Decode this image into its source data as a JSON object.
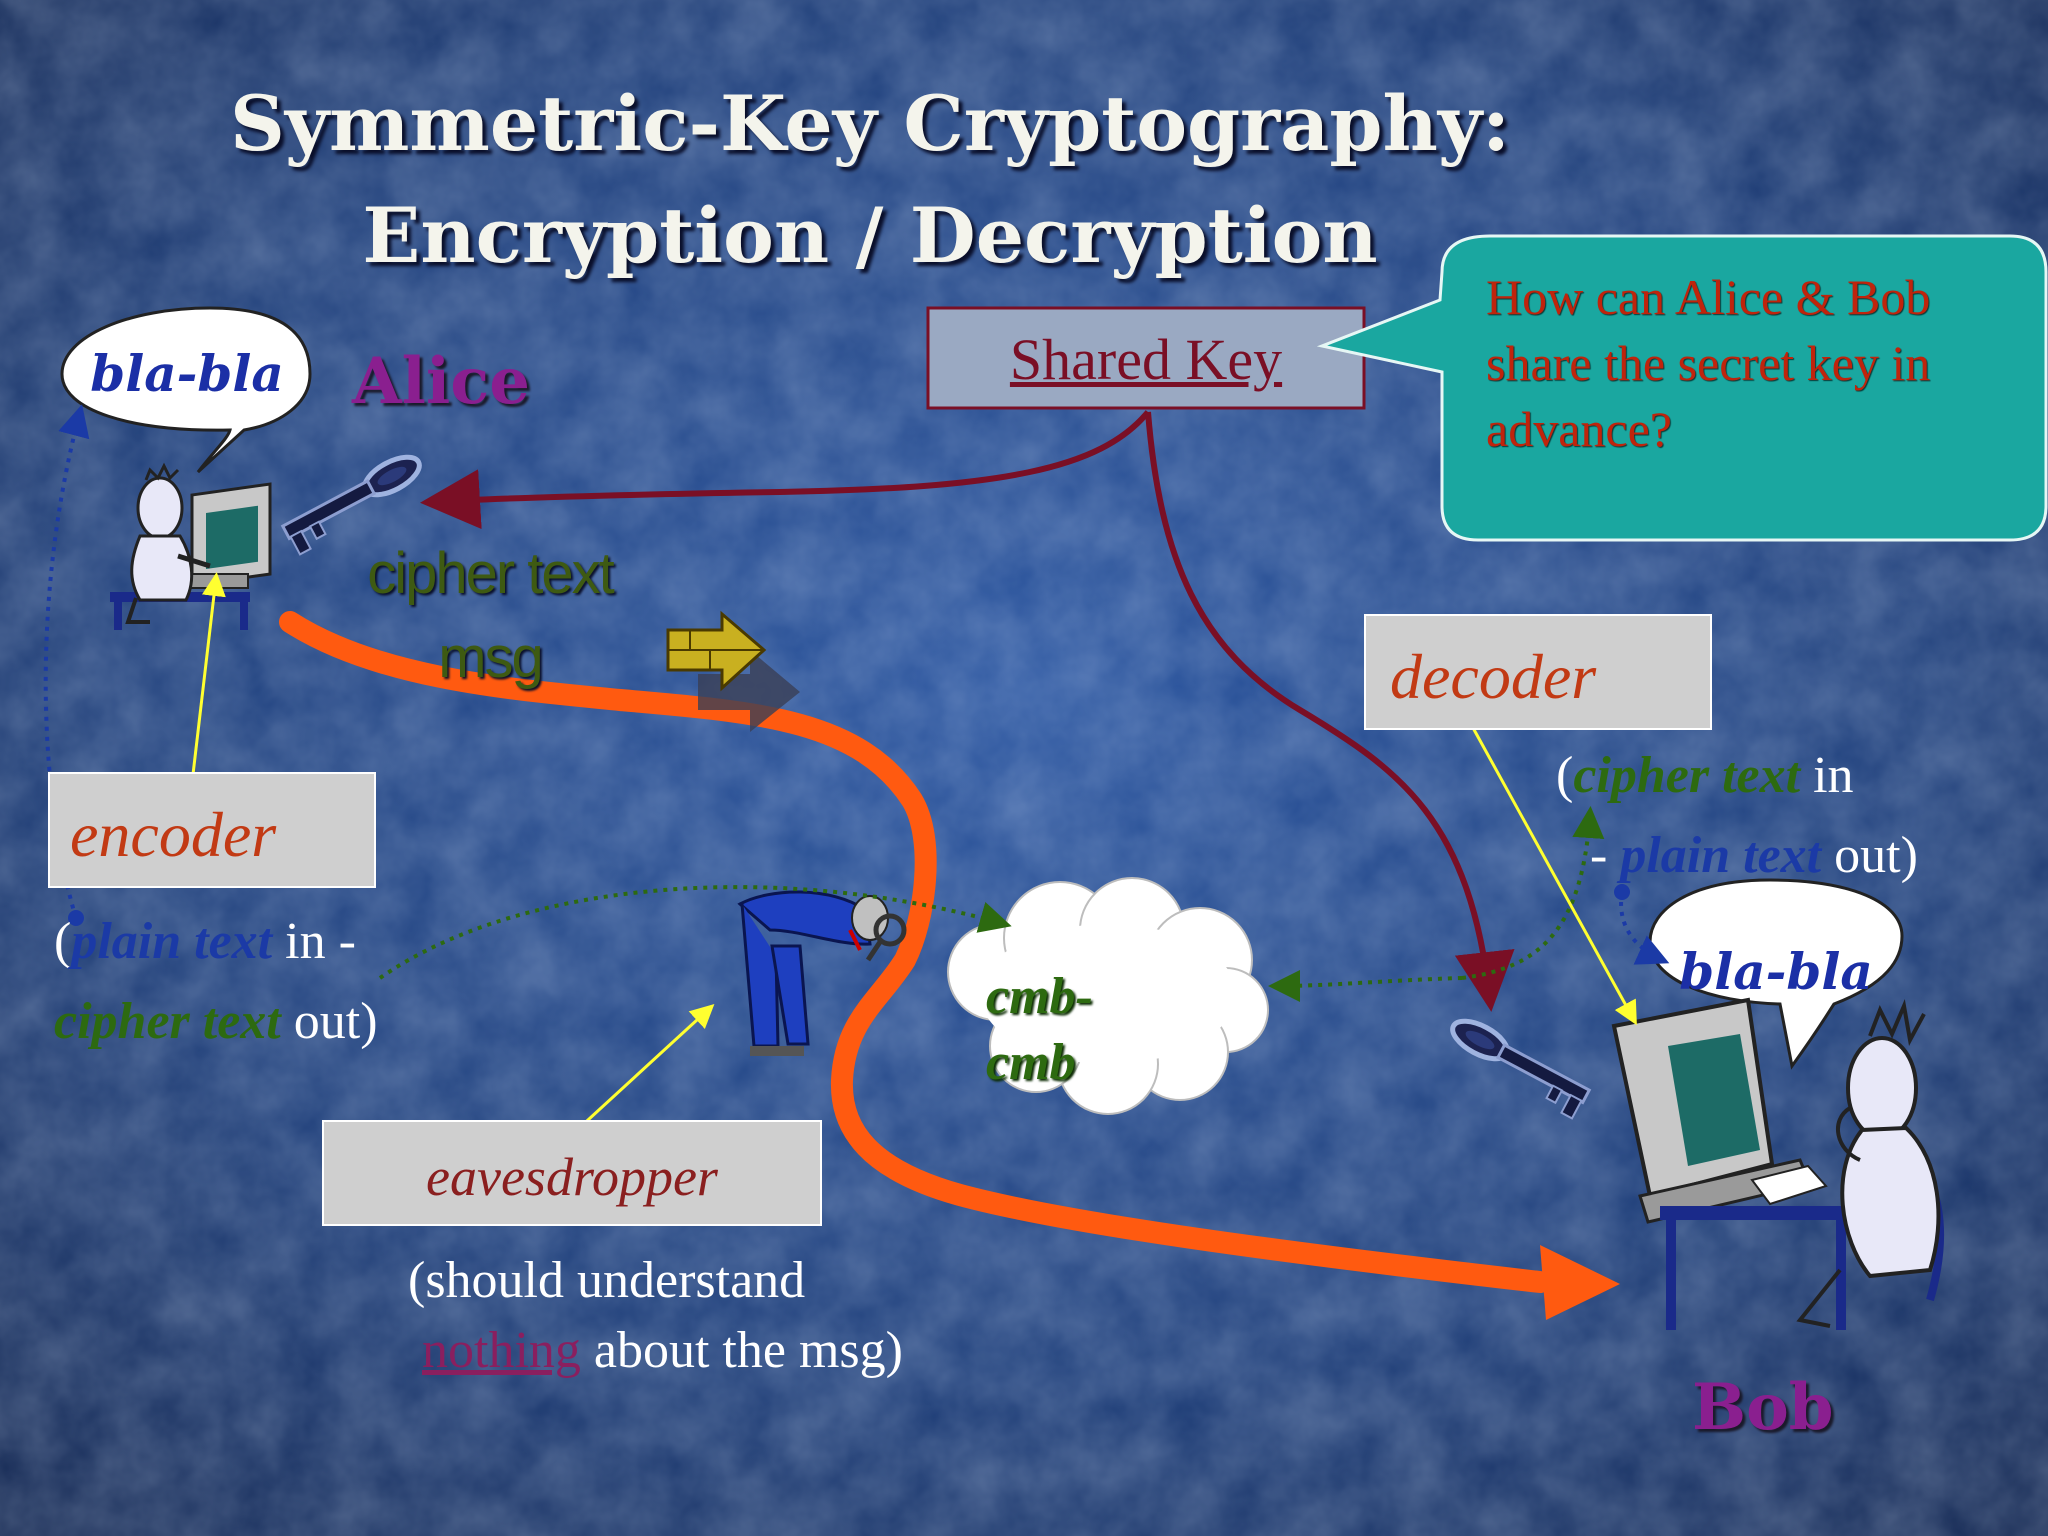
{
  "slide": {
    "title_line1": "Symmetric-Key Cryptography:",
    "title_line2": "Encryption / Decryption",
    "alice": "Alice",
    "bob": "Bob",
    "alice_bubble": "bla-bla",
    "bob_bubble": "bla-bla",
    "shared_key": "Shared Key",
    "callout": "How can Alice & Bob share the secret key in advance?",
    "channel_line1": "cipher text",
    "channel_line2": "msg",
    "encoder": "encoder",
    "encoder_desc": {
      "open": "(",
      "plain": "plain text",
      "in": " in -",
      "cipher": "cipher text",
      "out": " out)"
    },
    "decoder": "decoder",
    "decoder_desc": {
      "open": "(",
      "cipher": "cipher text",
      "in": " in",
      "dash": "- ",
      "plain": "plain text",
      "out": " out)"
    },
    "cloud_text_line1": "cmb-",
    "cloud_text_line2": "cmb",
    "eavesdropper": "eavesdropper",
    "eaves_desc": {
      "line1": "(should understand",
      "nothing": "nothing",
      "rest": " about the msg)"
    }
  },
  "colors": {
    "background": "#1f3f7a",
    "cipher_path": "#ff5a10",
    "key_arrows": "#7a0f25",
    "callout_fill": "#1aa7a0",
    "callout_text": "#c0240c",
    "name_color": "#8a1f8f",
    "label_color": "#c23a14"
  },
  "icons": [
    "person-at-computer-icon",
    "key-icon",
    "arrow-icon",
    "eavesdropper-figure-icon",
    "cloud-icon"
  ]
}
